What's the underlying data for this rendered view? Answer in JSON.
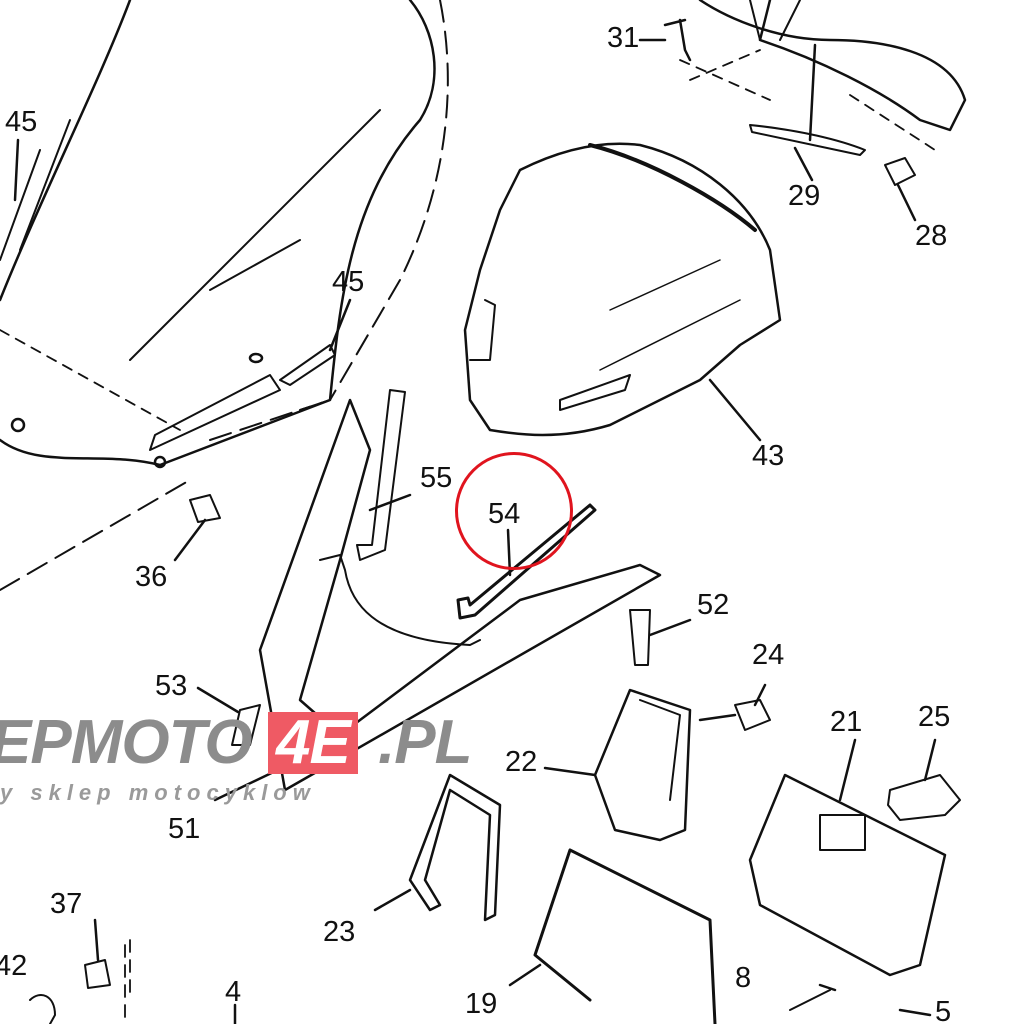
{
  "diagram": {
    "part_labels": [
      "31",
      "29",
      "28",
      "45",
      "45",
      "43",
      "55",
      "54",
      "36",
      "52",
      "24",
      "53",
      "22",
      "21",
      "25",
      "51",
      "23",
      "37",
      "42",
      "4",
      "19",
      "8",
      "5"
    ],
    "highlighted_part": "54",
    "highlight_color": "#e0141e"
  },
  "watermark": {
    "part1": "EPMOTO",
    "part2": "4E",
    "part3": ".PL",
    "tagline": "y sklep motocyklow",
    "brand_color": "#ef5a64",
    "gray_color": "#8c8c8c"
  }
}
